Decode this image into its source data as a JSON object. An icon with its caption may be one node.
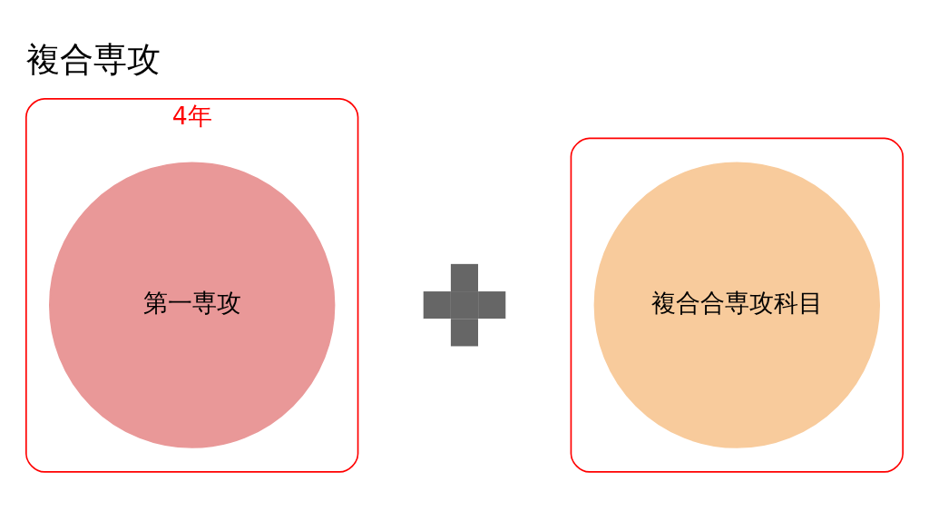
{
  "diagram": {
    "title": "複合専攻",
    "nodes": [
      {
        "text": [],
        "shape": "box",
        "beside": [
          "4年"
        ]
      },
      {
        "text": [
          "第一専攻"
        ],
        "in": 0
      },
      {
        "text": [],
        "shape": "plus"
      },
      {
        "text": [],
        "shape": "box"
      },
      {
        "text": [
          "複合合専攻科目"
        ],
        "in": 3
      }
    ],
    "edges": []
  }
}
